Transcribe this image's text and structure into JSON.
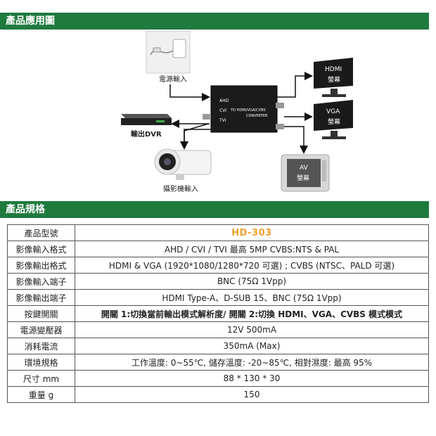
{
  "sections": {
    "application": "產品應用圖",
    "specs": "產品規格"
  },
  "diagram": {
    "power_label": "電源輸入",
    "dvr_label": "輸出DVR",
    "camera_label": "攝影機輸入",
    "converter_line1": "AHD",
    "converter_line2": "CVI",
    "converter_line3": "TVI",
    "converter_title": "TO HDMI/VGA/CVBS",
    "converter_sub": "CONVERTER",
    "hdmi_line1": "HDMI",
    "hdmi_line2": "螢幕",
    "vga_line1": "VGA",
    "vga_line2": "螢幕",
    "av_line1": "AV",
    "av_line2": "螢幕"
  },
  "spec": {
    "rows": [
      {
        "key": "產品型號",
        "value": "HD-303"
      },
      {
        "key": "影像輸入格式",
        "value": "AHD / CVI / TVI 最高 5MP CVBS:NTS & PAL"
      },
      {
        "key": "影像輸出格式",
        "value": "HDMI & VGA (1920*1080/1280*720 可選) ; CVBS (NTSC、PALD 可選)"
      },
      {
        "key": "影像輸入端子",
        "value": "BNC (75Ω 1Vpp)"
      },
      {
        "key": "影像輸出端子",
        "value": "HDMI Type-A、D-SUB 15、BNC (75Ω 1Vpp)"
      },
      {
        "key": "按鍵開關",
        "value": "開關 1:切換當前輸出模式解析度/ 開關 2:切換 HDMI、VGA、CVBS 模式模式"
      },
      {
        "key": "電源變壓器",
        "value": "12V 500mA"
      },
      {
        "key": "消耗電流",
        "value": "350mA (Max)"
      },
      {
        "key": "環境規格",
        "value": "工作溫度: 0~55℃, 儲存溫度: -20~85℃, 相對濕度: 最高 95%"
      },
      {
        "key": "尺寸 mm",
        "value": "88 * 130 * 30"
      },
      {
        "key": "重量 g",
        "value": "150"
      }
    ]
  }
}
